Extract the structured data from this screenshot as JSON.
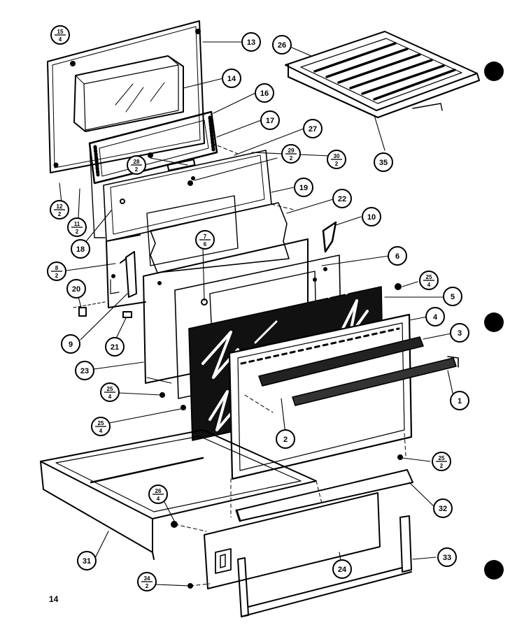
{
  "page_number": "14",
  "callouts": [
    {
      "id": "c13",
      "label": "13"
    },
    {
      "id": "c14",
      "label": "14"
    },
    {
      "id": "c15",
      "num": "15",
      "den": "4"
    },
    {
      "id": "c16",
      "label": "16"
    },
    {
      "id": "c17",
      "label": "17"
    },
    {
      "id": "c27",
      "label": "27"
    },
    {
      "id": "c26",
      "label": "26"
    },
    {
      "id": "c35",
      "label": "35"
    },
    {
      "id": "c28",
      "num": "28",
      "den": "2"
    },
    {
      "id": "c29",
      "num": "29",
      "den": "2"
    },
    {
      "id": "c30",
      "num": "30",
      "den": "2"
    },
    {
      "id": "c19",
      "label": "19"
    },
    {
      "id": "c22",
      "label": "22"
    },
    {
      "id": "c10",
      "label": "10"
    },
    {
      "id": "c12",
      "num": "12",
      "den": "2"
    },
    {
      "id": "c11",
      "num": "11",
      "den": "2"
    },
    {
      "id": "c18",
      "label": "18"
    },
    {
      "id": "c7",
      "num": "7",
      "den": "6"
    },
    {
      "id": "c8",
      "num": "8",
      "den": "2"
    },
    {
      "id": "c6",
      "label": "6"
    },
    {
      "id": "c20",
      "label": "20"
    },
    {
      "id": "c25a",
      "num": "25",
      "den": "4"
    },
    {
      "id": "c5",
      "label": "5"
    },
    {
      "id": "c4",
      "label": "4"
    },
    {
      "id": "c9",
      "label": "9"
    },
    {
      "id": "c21",
      "label": "21"
    },
    {
      "id": "c3",
      "label": "3"
    },
    {
      "id": "c23",
      "label": "23"
    },
    {
      "id": "c1",
      "label": "1"
    },
    {
      "id": "c25b",
      "num": "25",
      "den": "4"
    },
    {
      "id": "c25c",
      "num": "25",
      "den": "4"
    },
    {
      "id": "c2",
      "label": "2"
    },
    {
      "id": "c25d",
      "num": "25",
      "den": "2"
    },
    {
      "id": "c26b",
      "num": "26",
      "den": "4"
    },
    {
      "id": "c32",
      "label": "32"
    },
    {
      "id": "c31",
      "label": "31"
    },
    {
      "id": "c24",
      "label": "24"
    },
    {
      "id": "c33",
      "label": "33"
    },
    {
      "id": "c34",
      "num": "34",
      "den": "2"
    }
  ]
}
